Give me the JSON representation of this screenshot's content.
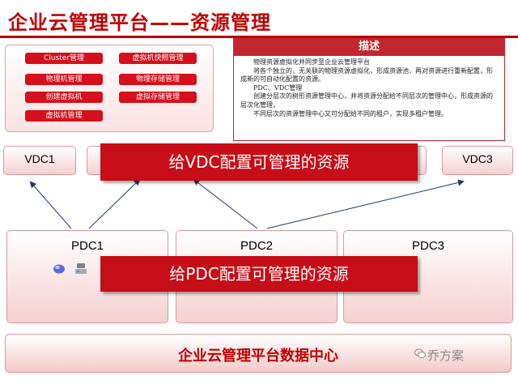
{
  "title": "企业云管理平台——资源管理",
  "menu": {
    "items": [
      {
        "label": "Cluster管理"
      },
      {
        "label": "虚拟机快照管理"
      },
      {
        "label": "物理机管理"
      },
      {
        "label": "物理存储管理"
      },
      {
        "label": "创建虚拟机"
      },
      {
        "label": "虚拟存储管理"
      },
      {
        "label": "虚拟机管理"
      }
    ]
  },
  "description": {
    "heading": "描述",
    "lines": [
      "物理资源虚拟化并同步至企业云管理平台",
      "将各个独立的，无关联的物理资源虚拟化，形成资源池，再对资源进行重新配置，形成新的可自动化配置的资源。",
      "PDC、VDC管理",
      "创建分层次的树形资源管理中心，并将资源分配给不同层次的管理中心，形成资源的层次化管理，",
      "不同层次的资源管理中心又可分配给不同的租户，实现多租户管理。"
    ]
  },
  "vdc": [
    {
      "label": "VDC1"
    },
    {
      "label": "VDC3"
    }
  ],
  "pdc": [
    {
      "label": "PDC1"
    },
    {
      "label": "PDC2"
    },
    {
      "label": "PDC3"
    }
  ],
  "banners": {
    "vdc": "给VDC配置可管理的资源",
    "pdc": "给PDC配置可管理的资源"
  },
  "datacenter": "企业云管理平台数据中心",
  "watermark": "乔方案",
  "colors": {
    "accent": "#c00000",
    "banner": "#c70d17"
  }
}
